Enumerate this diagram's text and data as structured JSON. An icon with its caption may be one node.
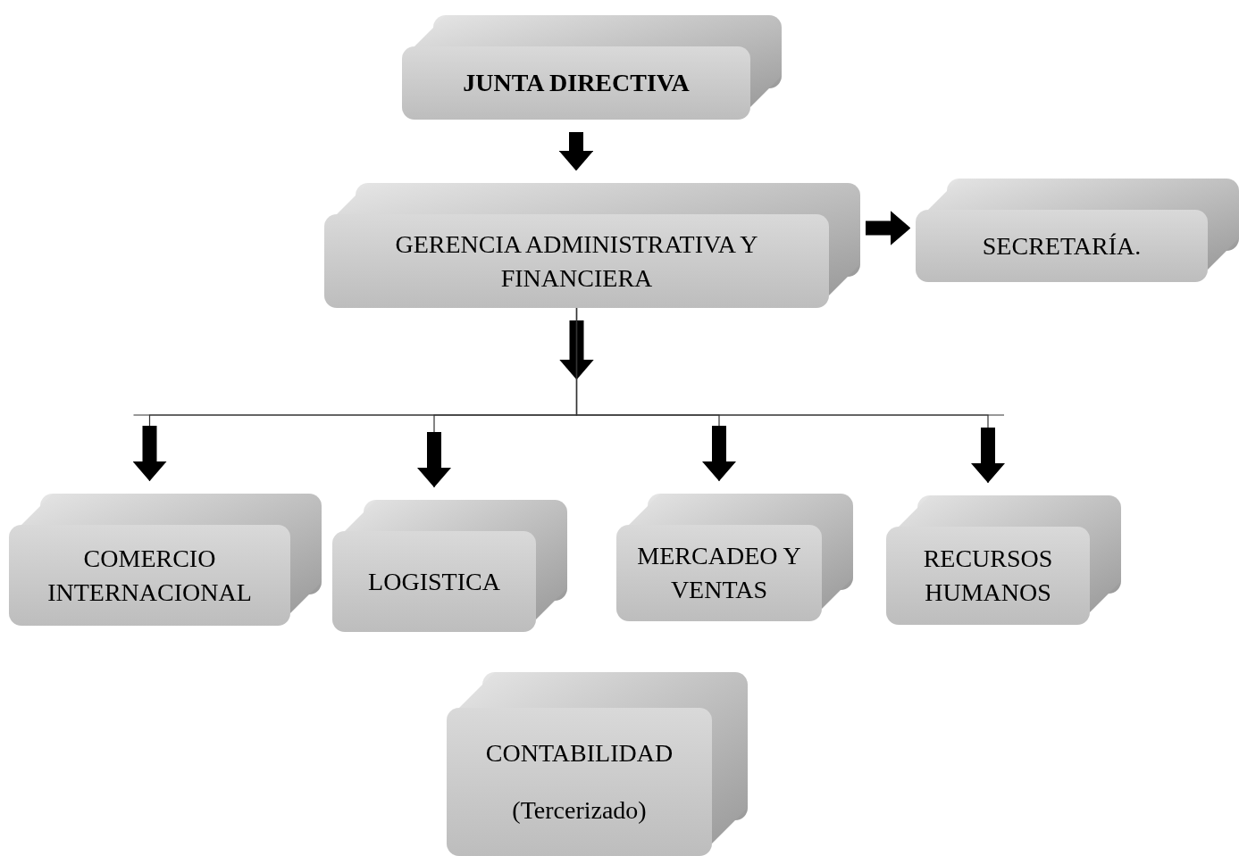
{
  "diagram": {
    "nodes": [
      {
        "text": [
          "JUNTA DIRECTIVA"
        ]
      },
      {
        "text": [
          "GERENCIA ADMINISTRATIVA Y FINANCIERA"
        ]
      },
      {
        "text": [
          "SECRETARÍA."
        ]
      },
      {
        "text": [
          "COMERCIO INTERNACIONAL"
        ]
      },
      {
        "text": [
          "LOGISTICA"
        ]
      },
      {
        "text": [
          "MERCADEO Y VENTAS"
        ]
      },
      {
        "text": [
          "RECURSOS HUMANOS"
        ]
      },
      {
        "text": [
          "CONTABILIDAD",
          "(Tercerizado)"
        ]
      }
    ],
    "edges": [
      {
        "from": 0,
        "to": 1,
        "arrow": "to",
        "style": "thick"
      },
      {
        "from": 1,
        "to": 2,
        "arrow": "to",
        "style": "thick"
      },
      {
        "from": 1,
        "to": 3,
        "arrow": "to"
      },
      {
        "from": 1,
        "to": 4,
        "arrow": "to"
      },
      {
        "from": 1,
        "to": 5,
        "arrow": "to"
      },
      {
        "from": 1,
        "to": 6,
        "arrow": "to"
      }
    ]
  }
}
